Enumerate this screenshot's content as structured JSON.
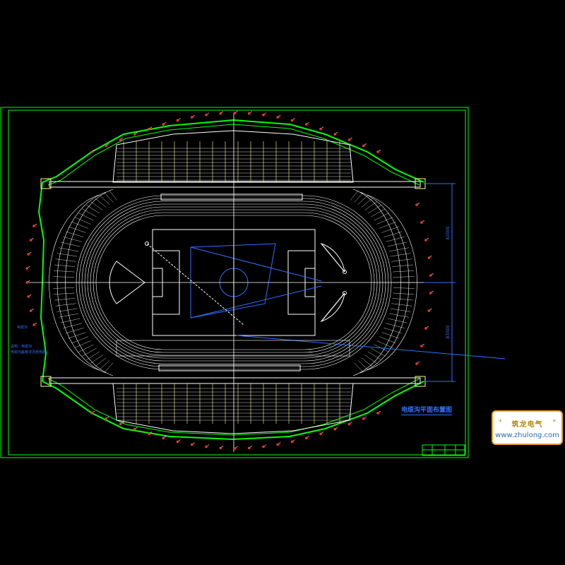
{
  "drawing": {
    "title": "电缆沟平面布置图",
    "dimension_label_top": "83500",
    "dimension_label_bottom": "83500",
    "left_note_1": "电缆沟",
    "left_note_2": "说明：电缆沟",
    "left_note_3": "电缆沟盖板详见结构图"
  },
  "watermark": {
    "title": "筑龙电气",
    "url": "www.zhulong.com",
    "star": "*"
  },
  "colors": {
    "frame": "#00ff00",
    "track": "#ffffff",
    "seating": "#ffff80",
    "annotation": "#3070ff",
    "lights": "#ff3030"
  }
}
